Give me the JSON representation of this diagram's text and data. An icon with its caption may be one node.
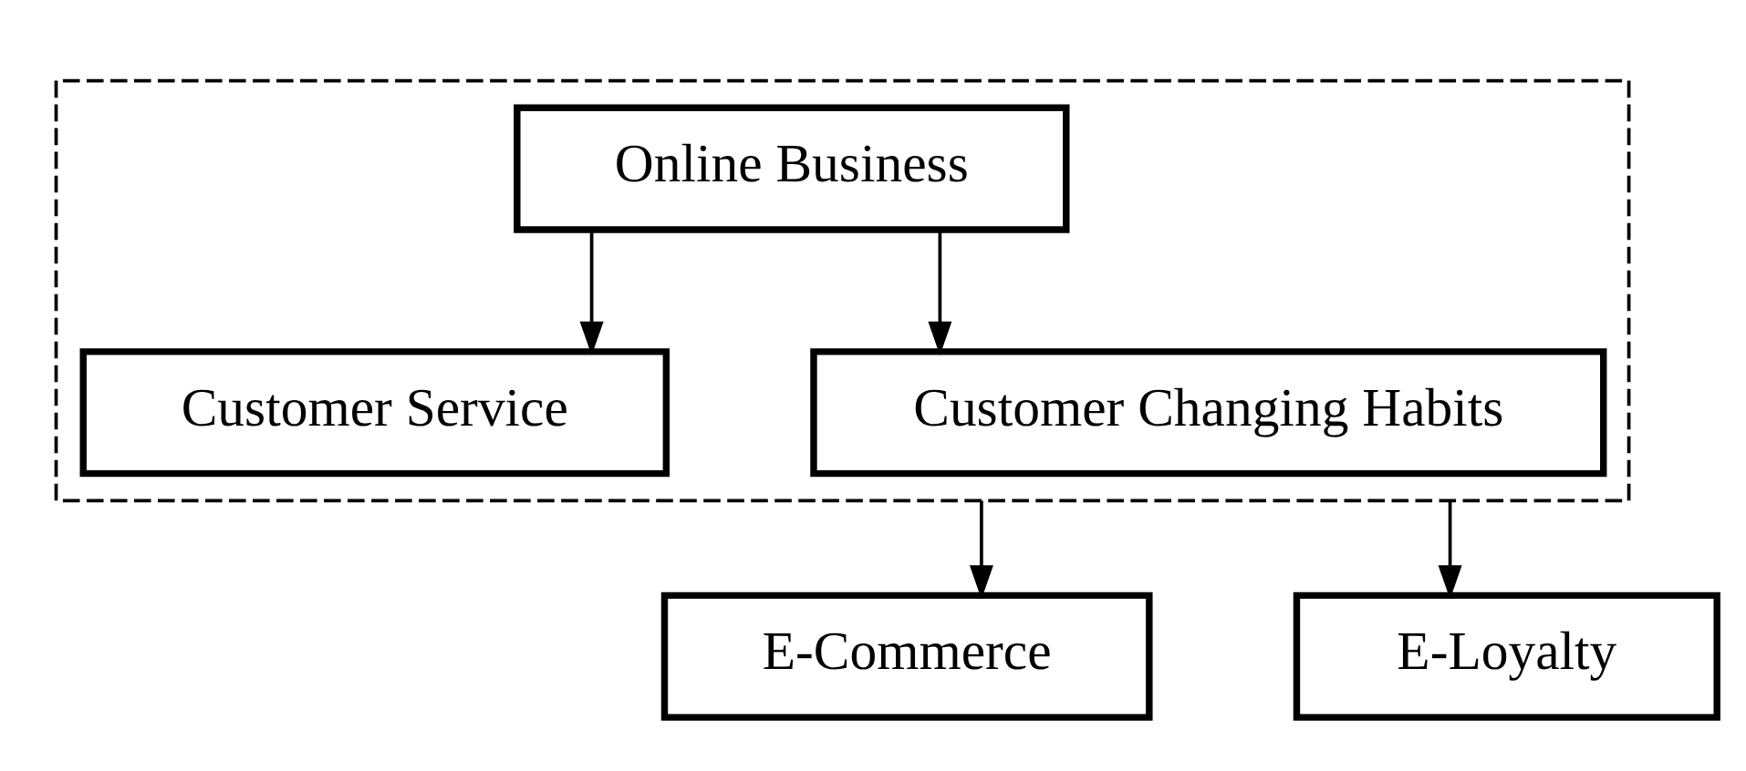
{
  "diagram": {
    "nodes": [
      {
        "text": [],
        "shape": "box"
      },
      {
        "text": [
          "Online Business"
        ],
        "in": 0
      },
      {
        "text": [
          "Customer Service"
        ],
        "in": 0
      },
      {
        "text": [
          "Customer Changing Habits"
        ],
        "in": 0
      },
      {
        "text": [
          "E-Commerce"
        ]
      },
      {
        "text": [
          "E-Loyalty"
        ]
      }
    ],
    "edges": [
      {
        "from": 1,
        "to": 2,
        "arrow": "to"
      },
      {
        "from": 1,
        "to": 3,
        "arrow": "to"
      },
      {
        "from": 0,
        "to": 4,
        "arrow": "to"
      },
      {
        "from": 0,
        "to": 5,
        "arrow": "to"
      }
    ]
  }
}
